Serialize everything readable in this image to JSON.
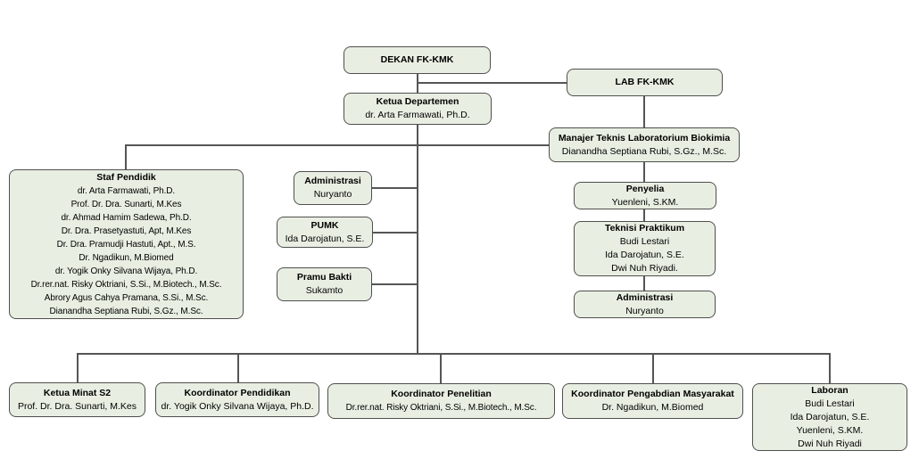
{
  "colors": {
    "box_fill": "#e8efe2",
    "box_border": "#4f4f4f",
    "line": "#555555",
    "text": "#000000",
    "background": "#ffffff"
  },
  "nodes": {
    "dekan": {
      "title": "DEKAN FK-KMK"
    },
    "lab": {
      "title": "LAB FK-KMK"
    },
    "ketua_departemen": {
      "title": "Ketua Departemen",
      "names": [
        "dr. Arta Farmawati, Ph.D."
      ]
    },
    "manajer_teknis": {
      "title": "Manajer Teknis Laboratorium Biokimia",
      "names": [
        "Dianandha Septiana Rubi, S.Gz., M.Sc."
      ]
    },
    "staf_pendidik": {
      "title": "Staf Pendidik",
      "names": [
        "dr. Arta Farmawati, Ph.D.",
        "Prof. Dr. Dra. Sunarti, M.Kes",
        "dr. Ahmad Hamim Sadewa, Ph.D.",
        "Dr. Dra. Prasetyastuti, Apt, M.Kes",
        "Dr. Dra. Pramudji Hastuti, Apt., M.S.",
        "Dr. Ngadikun, M.Biomed",
        "dr. Yogik Onky Silvana Wijaya, Ph.D.",
        "Dr.rer.nat. Risky Oktriani, S.Si., M.Biotech., M.Sc.",
        "Abrory Agus Cahya Pramana, S.Si., M.Sc.",
        "Dianandha Septiana Rubi, S.Gz., M.Sc."
      ]
    },
    "administrasi_dept": {
      "title": "Administrasi",
      "names": [
        "Nuryanto"
      ]
    },
    "pumk": {
      "title": "PUMK",
      "names": [
        "Ida Darojatun, S.E."
      ]
    },
    "pramu_bakti": {
      "title": "Pramu Bakti",
      "names": [
        "Sukamto"
      ]
    },
    "penyelia": {
      "title": "Penyelia",
      "names": [
        "Yuenleni, S.KM."
      ]
    },
    "teknisi_praktikum": {
      "title": "Teknisi Praktikum",
      "names": [
        "Budi Lestari",
        "Ida Darojatun, S.E.",
        "Dwi Nuh Riyadi."
      ]
    },
    "administrasi_lab": {
      "title": "Administrasi",
      "names": [
        "Nuryanto"
      ]
    },
    "ketua_minat_s2": {
      "title": "Ketua Minat S2",
      "names": [
        "Prof. Dr. Dra. Sunarti, M.Kes"
      ]
    },
    "koordinator_pendidikan": {
      "title": "Koordinator Pendidikan",
      "names": [
        "dr. Yogik Onky Silvana Wijaya, Ph.D."
      ]
    },
    "koordinator_penelitian": {
      "title": "Koordinator Penelitian",
      "names": [
        "Dr.rer.nat. Risky Oktriani, S.Si., M.Biotech., M.Sc."
      ]
    },
    "koordinator_pengabdian": {
      "title": "Koordinator Pengabdian Masyarakat",
      "names": [
        "Dr. Ngadikun, M.Biomed"
      ]
    },
    "laboran": {
      "title": "Laboran",
      "names": [
        "Budi Lestari",
        "Ida Darojatun, S.E.",
        "Yuenleni, S.KM.",
        "Dwi Nuh Riyadi"
      ]
    }
  }
}
